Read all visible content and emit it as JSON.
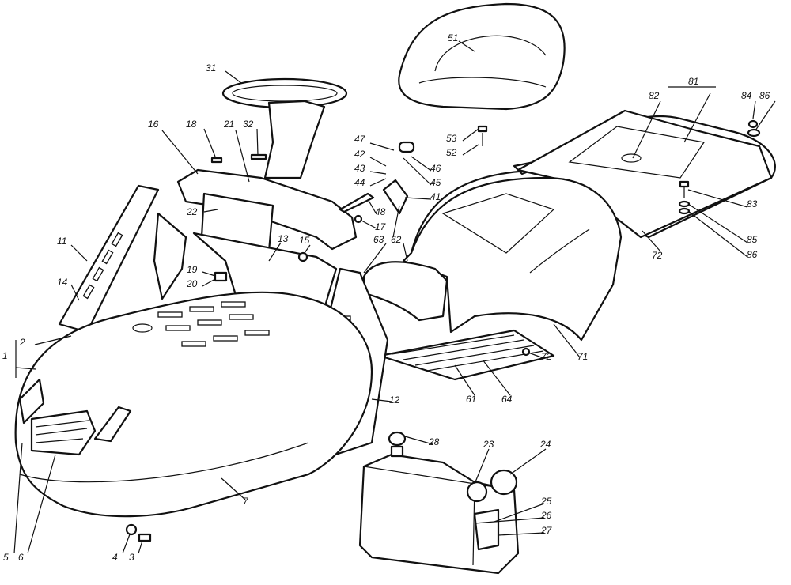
{
  "diagram": {
    "type": "exploded parts diagram",
    "callouts": [
      "51",
      "31",
      "81",
      "82",
      "84",
      "86",
      "16",
      "18",
      "21",
      "32",
      "47",
      "42",
      "43",
      "44",
      "46",
      "45",
      "41",
      "53",
      "52",
      "22",
      "48",
      "17",
      "83",
      "85",
      "86",
      "11",
      "13",
      "63",
      "62",
      "15",
      "72",
      "19",
      "20",
      "14",
      "1",
      "2",
      "71",
      "72",
      "12",
      "61",
      "64",
      "28",
      "23",
      "24",
      "25",
      "26",
      "27",
      "7",
      "5",
      "6",
      "4",
      "3"
    ]
  }
}
